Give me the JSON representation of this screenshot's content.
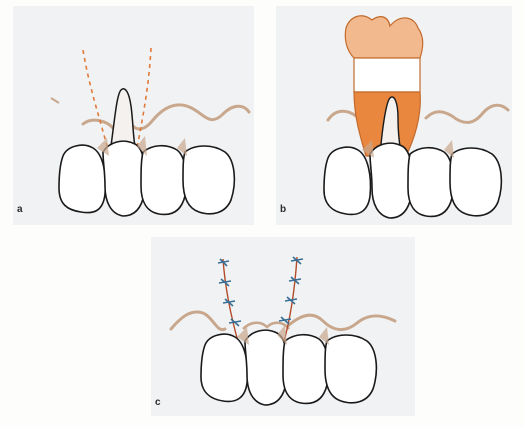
{
  "figure": {
    "panels": [
      {
        "id": "a",
        "label": "a"
      },
      {
        "id": "b",
        "label": "b"
      },
      {
        "id": "c",
        "label": "c"
      }
    ]
  },
  "colors": {
    "panel_background": "#f1f2f4",
    "tooth_outline": "#1a1a1a",
    "gingiva_line": "#c8a78c",
    "incision_line": "#e07a3a",
    "flap_fill": "#e9873f",
    "flap_light": "#f2b98e",
    "suture": "#3a6f95"
  }
}
